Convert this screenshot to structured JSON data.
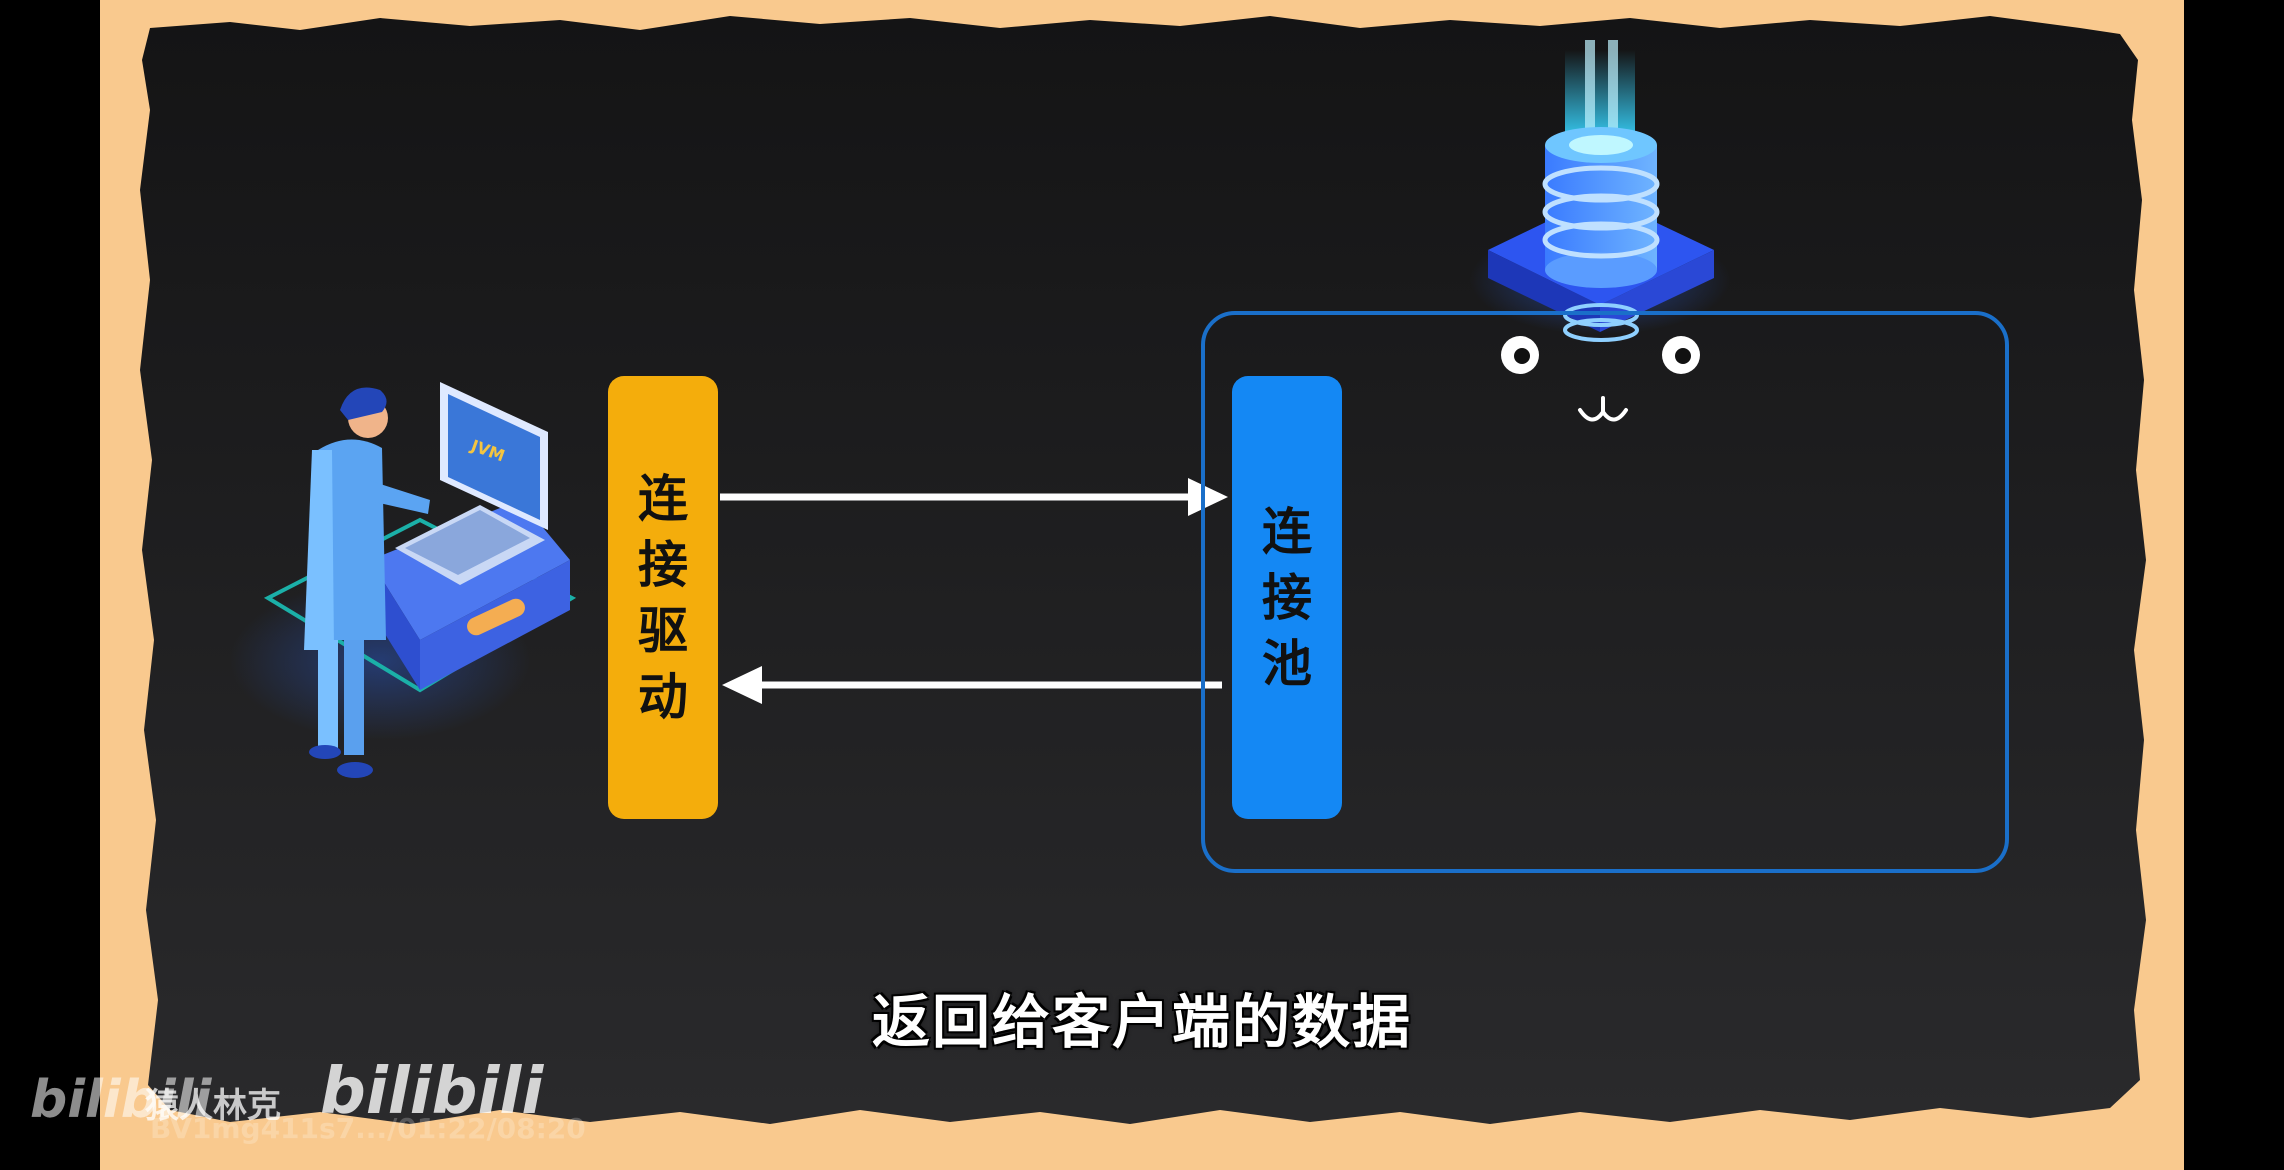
{
  "diagram": {
    "driver_box": {
      "label_chars": [
        "连",
        "接",
        "驱",
        "动"
      ],
      "color": "#f4ad0c"
    },
    "pool_box": {
      "label_chars": [
        "连",
        "接",
        "池"
      ],
      "color": "#1488f4"
    },
    "pool_frame_color": "#1a6fc9",
    "arrow_color": "#ffffff",
    "arrows": [
      "driver-to-pool",
      "pool-to-driver"
    ]
  },
  "caption": "返回给客户端的数据",
  "watermark": {
    "logo_left": "bilibili",
    "author": "猿人林克",
    "logo_right": "bilibili",
    "bvid": "BV1mg411s7.../01:22/08:20"
  },
  "colors": {
    "frame": "#f9c98e",
    "board": "#1c1c1e",
    "accent_blue": "#2d7bff"
  },
  "icons": [
    "programmer-laptop-icon",
    "database-server-icon"
  ]
}
